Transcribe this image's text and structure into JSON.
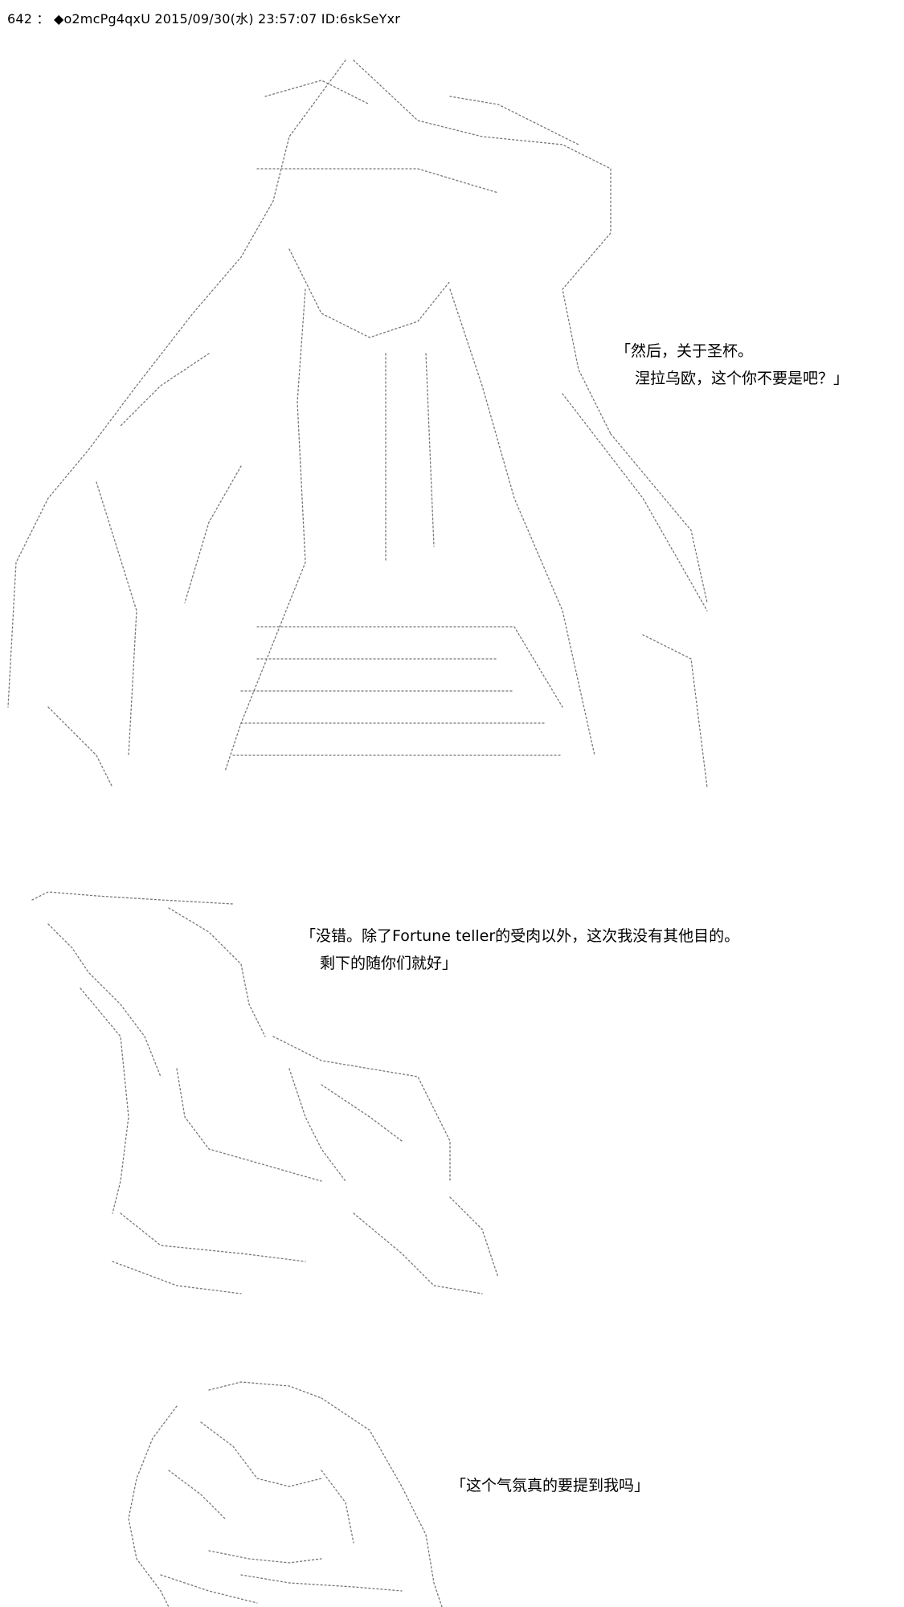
{
  "post_header": {
    "number": "642",
    "separator": "：",
    "author": "◆o2mcPg4qxU",
    "datetime": "2015/09/30(水) 23:57:07",
    "id": "ID:6skSeYxr"
  },
  "dialogues": [
    {
      "line1": "「然后，关于圣杯。",
      "line2": "涅拉乌欧，这个你不要是吧？」"
    },
    {
      "line1": "「没错。除了Fortune teller的受肉以外，这次我没有其他目的。",
      "line2": "剩下的随你们就好」"
    },
    {
      "line1": "「这个气氛真的要提到我吗」"
    }
  ]
}
